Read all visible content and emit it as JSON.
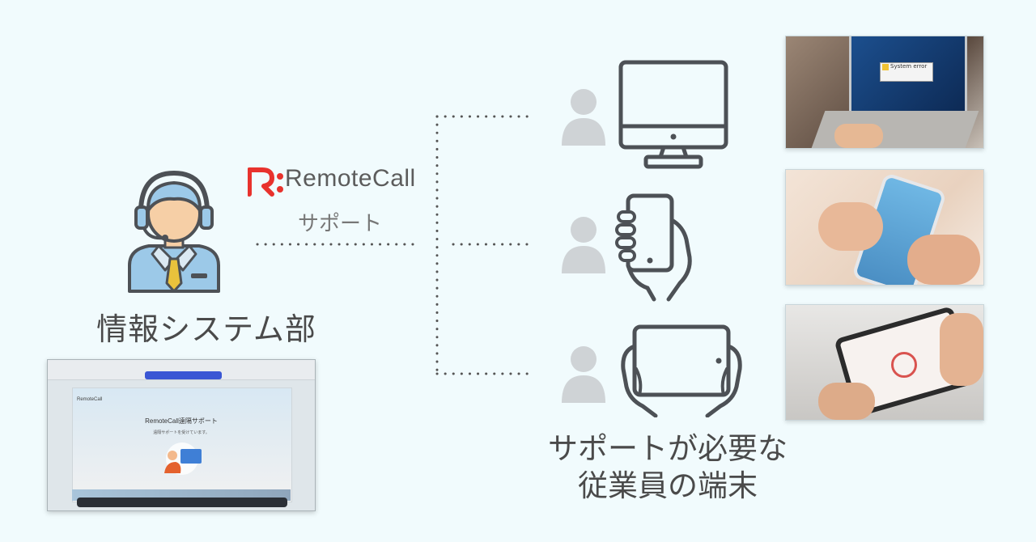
{
  "agent": {
    "label": "情報システム部"
  },
  "brand": {
    "name": "RemoteCall",
    "service": "サポート"
  },
  "employees": {
    "label_line1": "サポートが必要な",
    "label_line2": "従業員の端末"
  },
  "screen": {
    "brand": "RemoteCall",
    "title": "RemoteCall遠隔サポート",
    "subtitle": "遠隔サポートを受けています。"
  },
  "photos": {
    "error_dialog_text": "System error"
  },
  "colors": {
    "background": "#f1fbfd",
    "brand_red": "#e8322d",
    "icon_stroke": "#4d5156",
    "person_gray": "#cfd3d6",
    "tie_yellow": "#e9c23c",
    "shirt_blue": "#9cc9e8"
  },
  "icons": [
    "support-agent-icon",
    "person-icon",
    "desktop-monitor-icon",
    "smartphone-in-hand-icon",
    "tablet-in-hands-icon"
  ]
}
